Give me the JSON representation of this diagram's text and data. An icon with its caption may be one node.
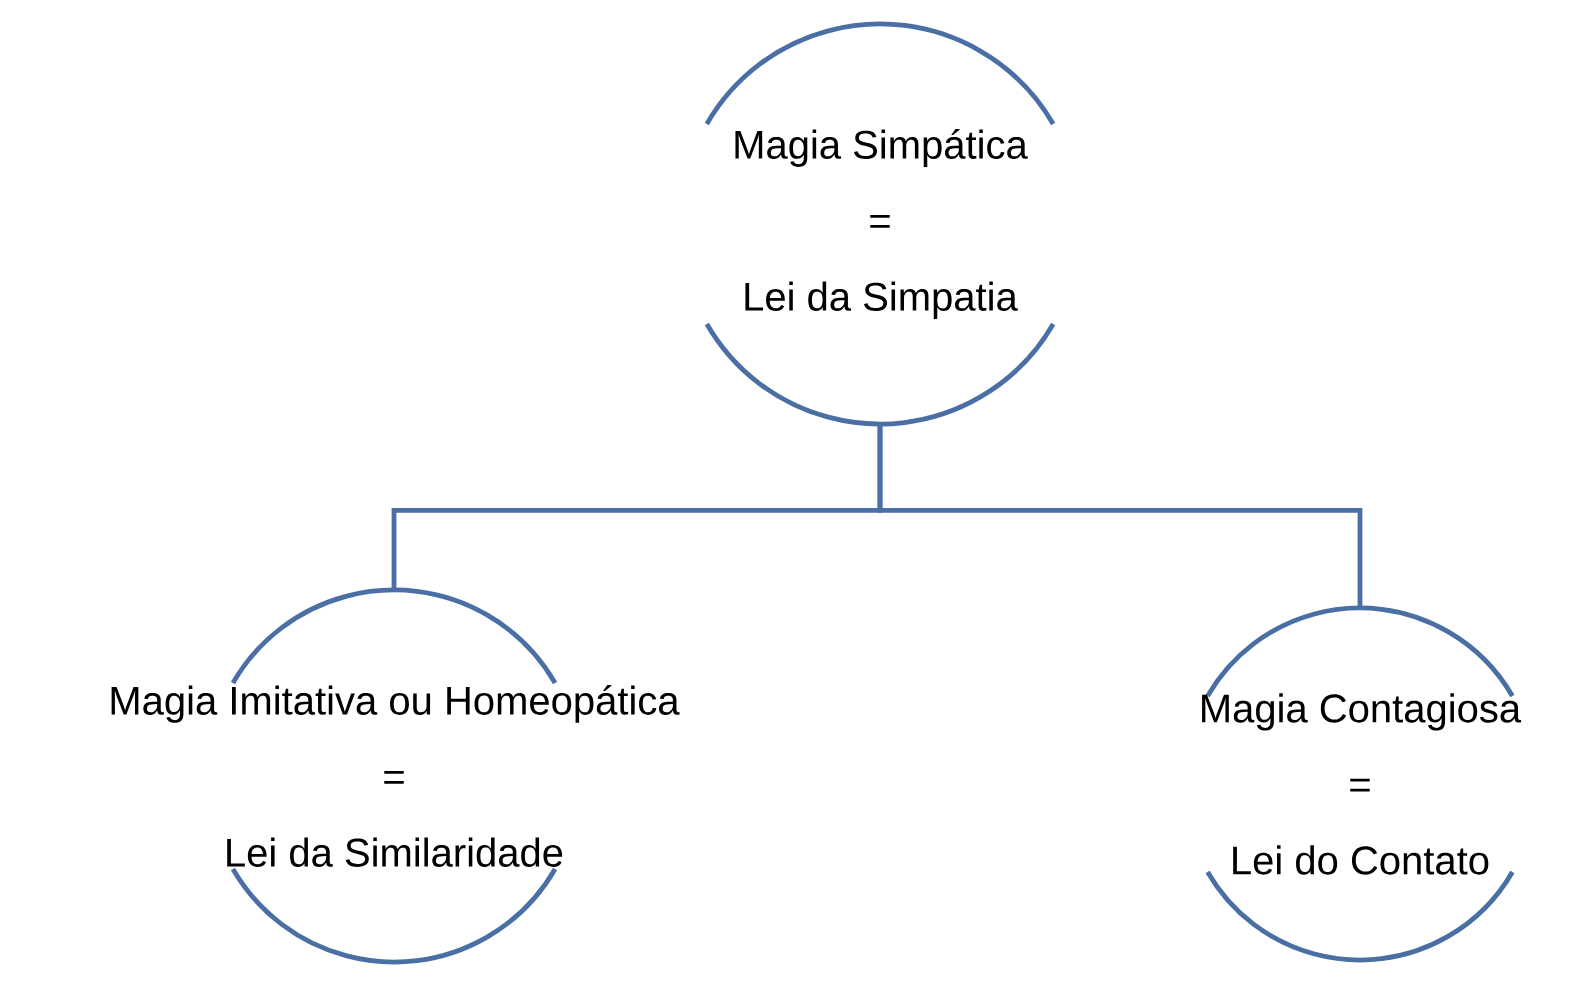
{
  "diagram": {
    "nodes": [
      {
        "text": [
          "Magia Simpática",
          "=",
          "Lei da Simpatia"
        ]
      },
      {
        "text": [
          "Magia Imitativa ou Homeopática",
          "=",
          "Lei da Similaridade"
        ]
      },
      {
        "text": [
          "Magia Contagiosa",
          "=",
          "Lei do Contato"
        ]
      }
    ],
    "edges": [
      {
        "from": 0,
        "to": 1,
        "arrow": "none"
      },
      {
        "from": 0,
        "to": 2,
        "arrow": "none"
      }
    ]
  }
}
